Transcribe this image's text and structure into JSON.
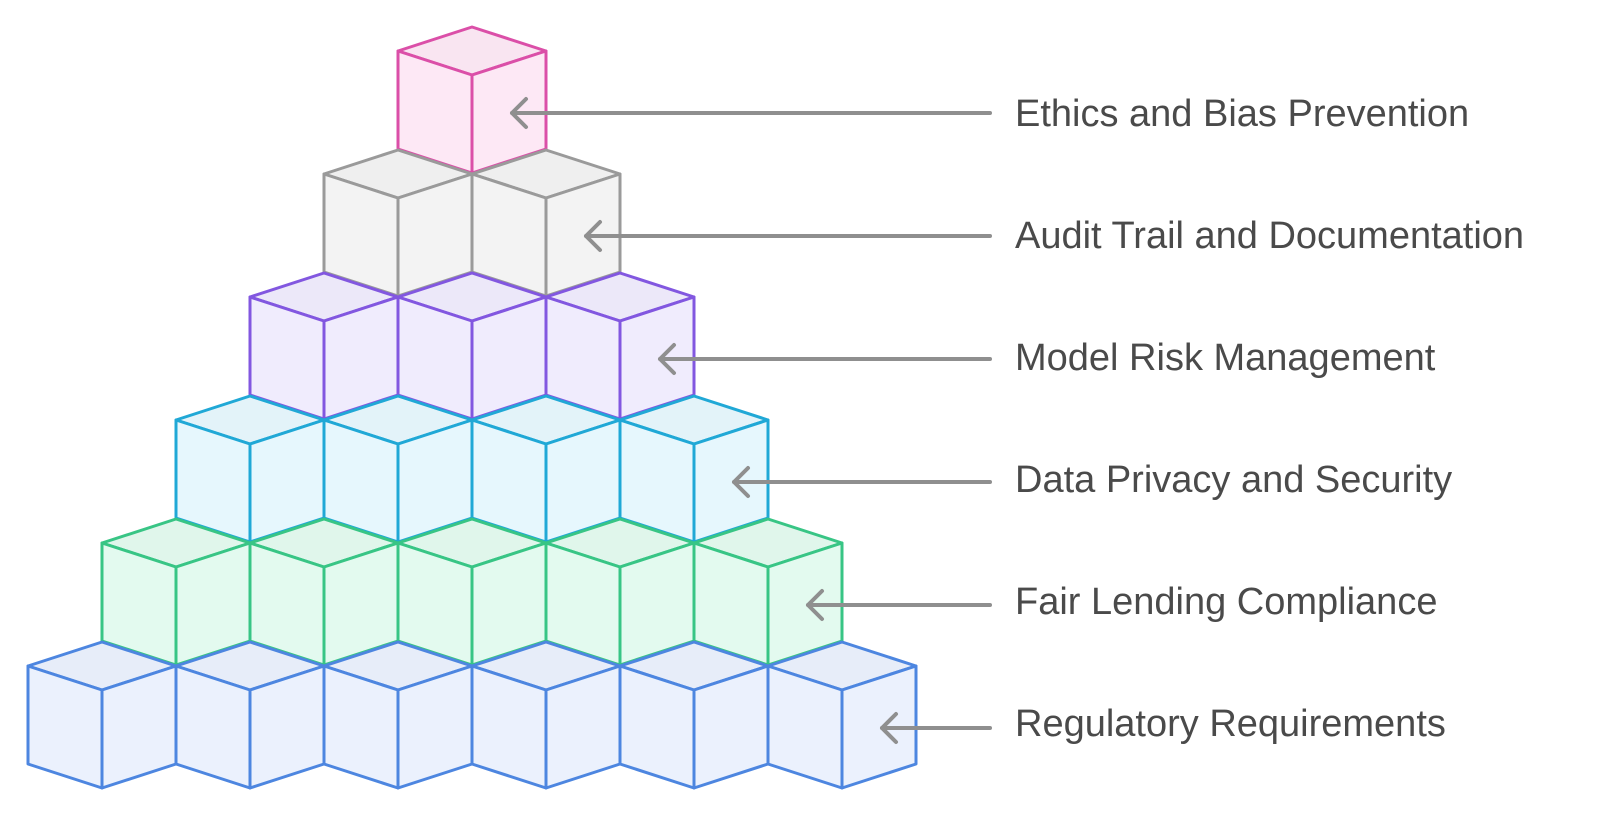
{
  "diagram": {
    "type": "cube-pyramid",
    "tiers": [
      {
        "label": "Ethics and Bias Prevention",
        "cubes": 1,
        "stroke": "#db4fa8",
        "fill": "#fde8f5"
      },
      {
        "label": "Audit Trail and Documentation",
        "cubes": 2,
        "stroke": "#9a9a9a",
        "fill": "#f3f3f3"
      },
      {
        "label": "Model Risk Management",
        "cubes": 3,
        "stroke": "#8257e0",
        "fill": "#f0ecfd"
      },
      {
        "label": "Data Privacy and Security",
        "cubes": 4,
        "stroke": "#20a8d6",
        "fill": "#e6f7fd"
      },
      {
        "label": "Fair Lending Compliance",
        "cubes": 5,
        "stroke": "#38c585",
        "fill": "#e3faef"
      },
      {
        "label": "Regulatory Requirements",
        "cubes": 6,
        "stroke": "#4d86e0",
        "fill": "#ebf1fd"
      }
    ],
    "arrow_color": "#8f8f8f"
  }
}
